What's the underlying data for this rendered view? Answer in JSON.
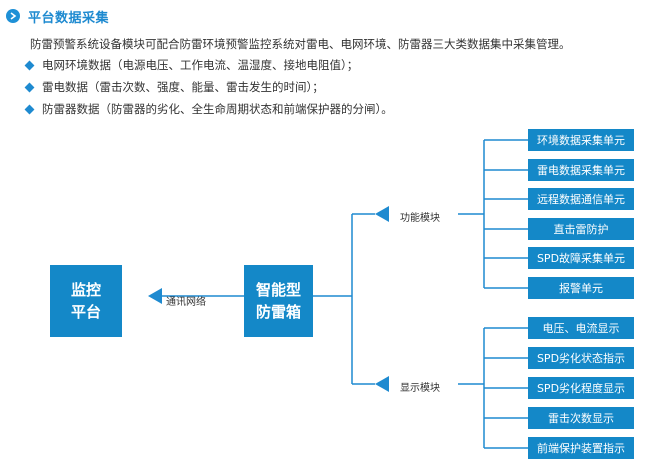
{
  "header": {
    "title": "平台数据采集",
    "icon": "arrow-right-circle-icon"
  },
  "intro": "防雷预警系统设备模块可配合防雷环境预警监控系统对雷电、电网环境、防雷器三大类数据集中采集管理。",
  "bullets": [
    "电网环境数据（电源电压、工作电流、温湿度、接地电阻值）；",
    "雷电数据（雷击次数、强度、能量、雷击发生的时间）；",
    "防雷器数据（防雷器的劣化、全生命周期状态和前端保护器的分闸）。"
  ],
  "diagram": {
    "monitor_platform": [
      "监控",
      "平台"
    ],
    "smart_box": [
      "智能型",
      "防雷箱"
    ],
    "comm_label": "通讯网络",
    "function_label": "功能模块",
    "display_label": "显示模块",
    "function_units": [
      "环境数据采集单元",
      "雷电数据采集单元",
      "远程数据通信单元",
      "直击雷防护",
      "SPD故障采集单元",
      "报警单元"
    ],
    "display_units": [
      "电压、电流显示",
      "SPD劣化状态指示",
      "SPD劣化程度显示",
      "雷击次数显示",
      "前端保护装置指示"
    ]
  },
  "colors": {
    "accent": "#1488c8",
    "line": "#1e8ad0"
  }
}
